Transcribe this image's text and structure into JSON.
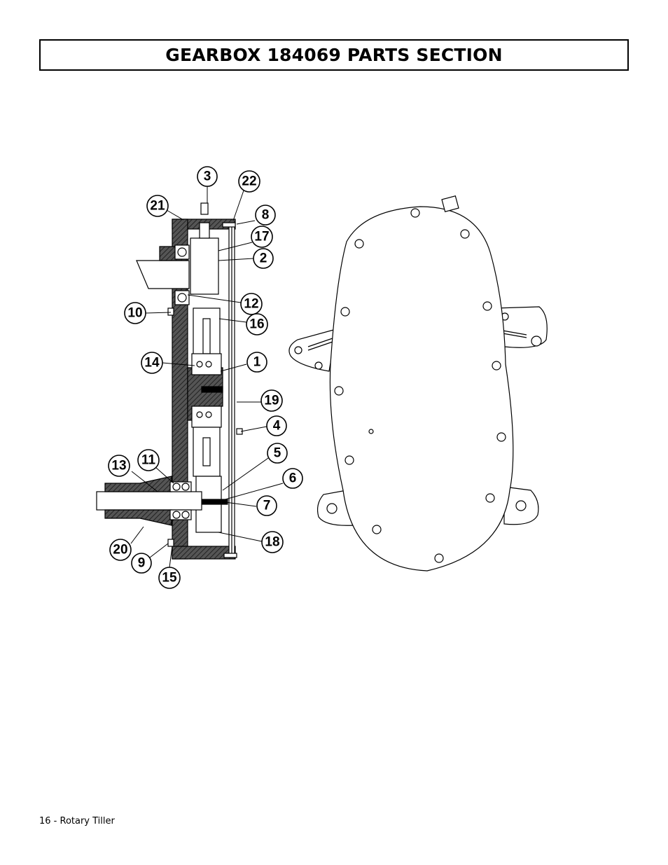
{
  "header": {
    "title": "GEARBOX 184069 PARTS SECTION"
  },
  "diagram": {
    "callouts": [
      {
        "label": "3"
      },
      {
        "label": "22"
      },
      {
        "label": "21"
      },
      {
        "label": "8"
      },
      {
        "label": "17"
      },
      {
        "label": "2"
      },
      {
        "label": "12"
      },
      {
        "label": "10"
      },
      {
        "label": "16"
      },
      {
        "label": "14"
      },
      {
        "label": "1"
      },
      {
        "label": "19"
      },
      {
        "label": "4"
      },
      {
        "label": "5"
      },
      {
        "label": "13"
      },
      {
        "label": "11"
      },
      {
        "label": "6"
      },
      {
        "label": "7"
      },
      {
        "label": "18"
      },
      {
        "label": "20"
      },
      {
        "label": "9"
      },
      {
        "label": "15"
      }
    ]
  },
  "footer": {
    "text": "16 - Rotary Tiller"
  }
}
